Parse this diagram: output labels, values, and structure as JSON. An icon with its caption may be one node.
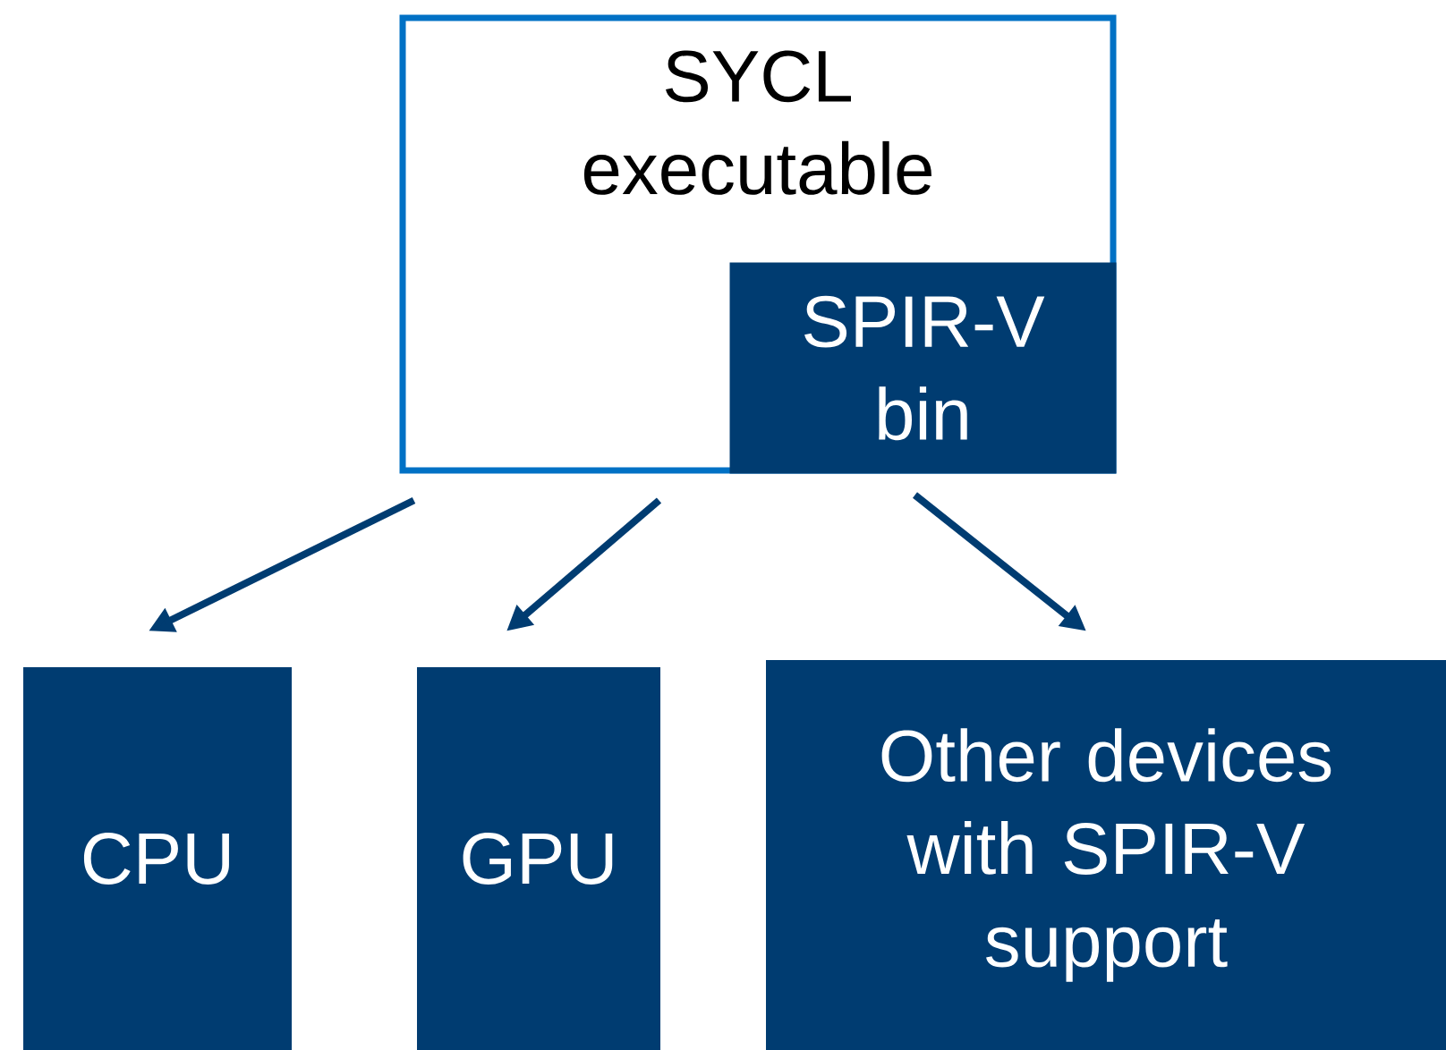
{
  "diagram": {
    "nodes": [
      {
        "text": [
          "SYCL executable"
        ]
      },
      {
        "text": [
          "SPIR-V bin"
        ],
        "in": 0
      },
      {
        "text": [
          "CPU"
        ]
      },
      {
        "text": [
          "GPU"
        ]
      },
      {
        "text": [
          "Other devices with SPIR-V support"
        ]
      }
    ],
    "edges": [
      {
        "from": 0,
        "to": 2,
        "arrow": "to"
      },
      {
        "from": 0,
        "to": 3,
        "arrow": "to"
      },
      {
        "from": 0,
        "to": 4,
        "arrow": "to"
      }
    ]
  }
}
